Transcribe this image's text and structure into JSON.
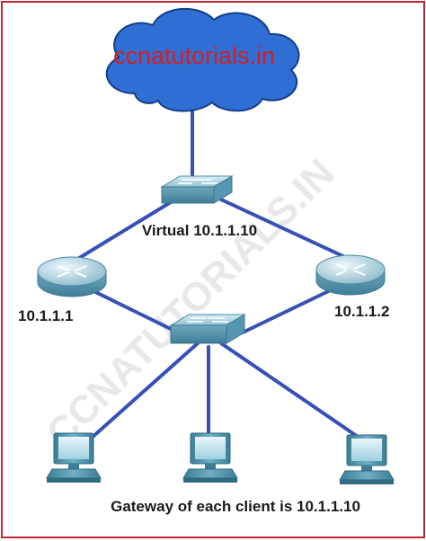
{
  "brand": {
    "text": "ccnatutorials.in",
    "color": "#d81e1e"
  },
  "watermark": {
    "text": "CCNATUTORIALS.IN"
  },
  "labels": {
    "virtual": "Virtual 10.1.1.10",
    "router_left": "10.1.1.1",
    "router_right": "10.1.1.2",
    "gateway_note": "Gateway of each client is 10.1.1.10"
  },
  "colors": {
    "frame": "#c0272d",
    "cloud": "#2f6fd4",
    "link": "#3750b8",
    "device": "#7fb6c8"
  },
  "nodes": [
    {
      "id": "cloud",
      "kind": "cloud",
      "icon": "cloud-icon"
    },
    {
      "id": "switch-top",
      "kind": "switch",
      "icon": "switch-icon"
    },
    {
      "id": "router-left",
      "kind": "router",
      "icon": "router-icon"
    },
    {
      "id": "router-right",
      "kind": "router",
      "icon": "router-icon"
    },
    {
      "id": "switch-middle",
      "kind": "switch",
      "icon": "switch-icon"
    },
    {
      "id": "pc-left",
      "kind": "pc",
      "icon": "pc-icon"
    },
    {
      "id": "pc-center",
      "kind": "pc",
      "icon": "pc-icon"
    },
    {
      "id": "pc-right",
      "kind": "pc",
      "icon": "pc-icon"
    }
  ],
  "links": [
    [
      "cloud",
      "switch-top"
    ],
    [
      "switch-top",
      "router-left"
    ],
    [
      "switch-top",
      "router-right"
    ],
    [
      "router-left",
      "switch-middle"
    ],
    [
      "router-right",
      "switch-middle"
    ],
    [
      "switch-middle",
      "pc-left"
    ],
    [
      "switch-middle",
      "pc-center"
    ],
    [
      "switch-middle",
      "pc-right"
    ]
  ]
}
